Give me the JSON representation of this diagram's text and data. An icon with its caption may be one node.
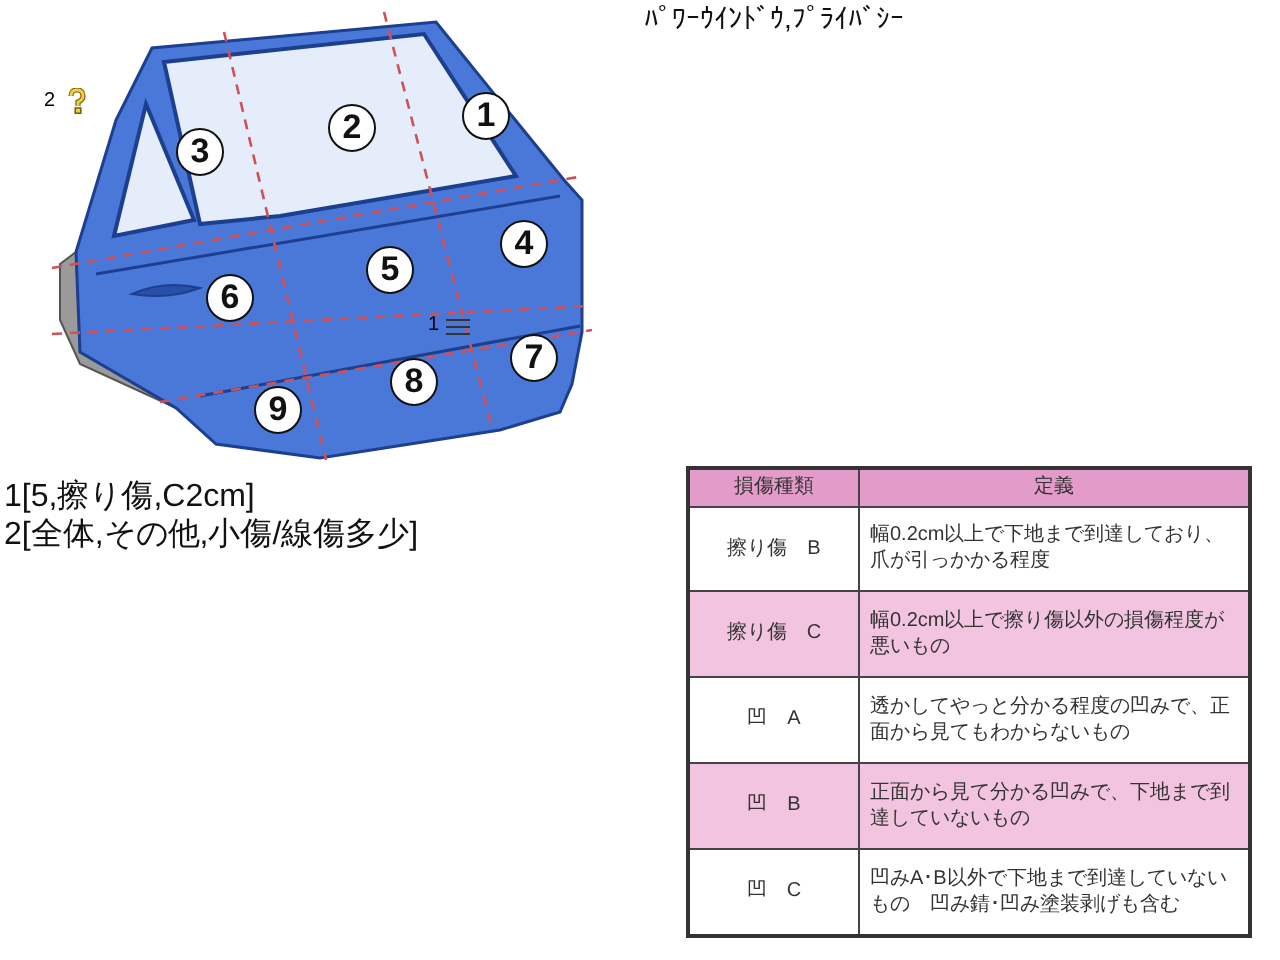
{
  "diagram": {
    "title": "ﾊﾟﾜｰｳｲﾝﾄﾞｳ,ﾌﾟﾗｲﾊﾞｼｰ",
    "labels": [
      "2",
      "1",
      "2",
      "3",
      "4",
      "5",
      "6",
      "1",
      "7",
      "8",
      "9",
      "1[5,擦り傷,C2cm]",
      "2[全体,その他,小傷/線傷多少]",
      "損傷種類",
      "定義",
      "擦り傷　B",
      "幅0.2cm以上で下地まで到達しており、爪が引っかかる程度",
      "擦り傷　C",
      "幅0.2cm以上で擦り傷以外の損傷程度が悪いもの",
      "凹　A",
      "透かしてやっと分かる程度の凹みで、正面から見てもわからないもの",
      "凹　B",
      "正面から見て分かる凹みで、下地まで到達していないもの",
      "凹　C",
      "凹みA･B以外で下地まで到達していないもの　凹み錆･凹み塗装剥げも含む"
    ]
  }
}
